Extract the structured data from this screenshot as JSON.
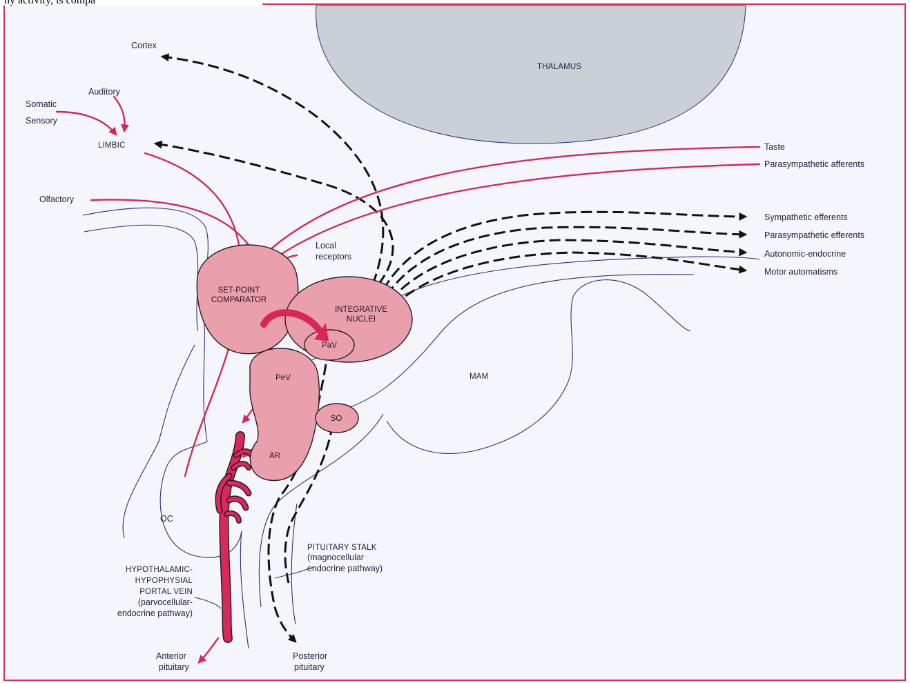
{
  "caption_fragment": "hy activity, is compa",
  "colors": {
    "frame": "#d32e5e",
    "background": "#f4f6fb",
    "thalamus_fill": "#cbcfd6",
    "nucleus_fill": "#e9a0ac",
    "afferent_red": "#d9265a",
    "portal_vein": "#d8285c",
    "outline_blue": "#2a2f78"
  },
  "regions": {
    "thalamus": "THALAMUS",
    "mam": "MAM",
    "oc": "OC"
  },
  "nuclei": {
    "set_point_comparator_line1": "SET-POINT",
    "set_point_comparator_line2": "COMPARATOR",
    "integrative_nuclei_line1": "INTEGRATIVE",
    "integrative_nuclei_line2": "NUCLEI",
    "pav": "PaV",
    "pev": "PeV",
    "so": "SO",
    "ar": "AR"
  },
  "inputs": {
    "cortex": "Cortex",
    "auditory": "Auditory",
    "somatic": "Somatic",
    "sensory": "Sensory",
    "limbic": "LIMBIC",
    "olfactory": "Olfactory",
    "local_receptors_line1": "Local",
    "local_receptors_line2": "receptors",
    "taste": "Taste",
    "parasympathetic_afferents": "Parasympathetic afferents"
  },
  "outputs": {
    "sympathetic_efferents": "Sympathetic efferents",
    "parasympathetic_efferents": "Parasympathetic efferents",
    "autonomic_endocrine": "Autonomic-endocrine",
    "motor_automatisms": "Motor automatisms"
  },
  "pathways": {
    "pituitary_stalk_line1": "PITUITARY STALK",
    "pituitary_stalk_line2": "(magnocellular",
    "pituitary_stalk_line3": "endocrine pathway)",
    "portal_vein_line1": "HYPOTHALAMIC-",
    "portal_vein_line2": "HYPOPHYSIAL",
    "portal_vein_line3": "PORTAL VEIN",
    "portal_vein_line4": "(parvocellular-",
    "portal_vein_line5": "endocrine pathway)",
    "anterior_pituitary_line1": "Anterior",
    "anterior_pituitary_line2": "pituitary",
    "posterior_pituitary_line1": "Posterior",
    "posterior_pituitary_line2": "pituitary"
  }
}
